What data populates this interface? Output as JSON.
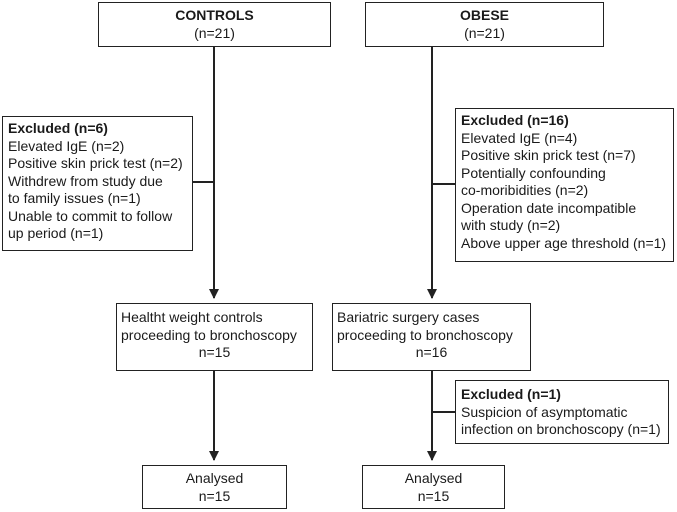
{
  "controls": {
    "header": {
      "title": "CONTROLS",
      "count": "(n=21)"
    },
    "excluded": {
      "title": "Excluded (n=6)",
      "lines": [
        "Elevated IgE (n=2)",
        "Positive skin prick test (n=2)",
        "Withdrew from study due",
        "to family issues (n=1)",
        "Unable to commit to follow",
        "up period (n=1)"
      ]
    },
    "proceeding": {
      "lines": [
        "Healtht weight controls",
        "proceeding to bronchoscopy"
      ],
      "count": "n=15"
    },
    "analysed": {
      "label": "Analysed",
      "count": "n=15"
    }
  },
  "obese": {
    "header": {
      "title": "OBESE",
      "count": "(n=21)"
    },
    "excluded": {
      "title": "Excluded (n=16)",
      "lines": [
        "Elevated IgE (n=4)",
        "Positive skin prick test (n=7)",
        "Potentially confounding",
        "co-moribidities (n=2)",
        "Operation date incompatible",
        "with study (n=2)",
        "Above upper age threshold (n=1)"
      ]
    },
    "proceeding": {
      "lines": [
        "Bariatric surgery cases",
        "proceeding to bronchoscopy"
      ],
      "count": "n=16"
    },
    "excluded2": {
      "title": "Excluded (n=1)",
      "lines": [
        "Suspicion of asymptomatic",
        "infection on bronchoscopy (n=1)"
      ]
    },
    "analysed": {
      "label": "Analysed",
      "count": "n=15"
    }
  }
}
